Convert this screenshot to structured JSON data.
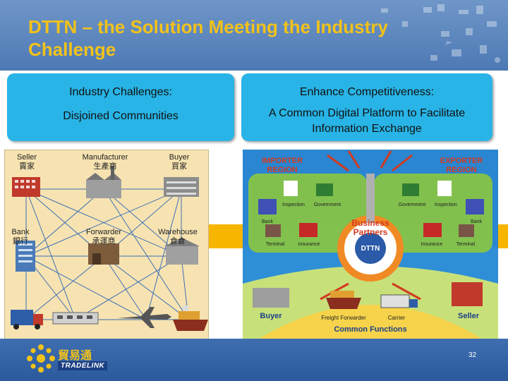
{
  "slide": {
    "title": "DTTN – the Solution Meeting the Industry Challenge",
    "page_number": "32"
  },
  "left_box": {
    "line1": "Industry Challenges:",
    "line2": "Disjoined Communities"
  },
  "right_box": {
    "line1": "Enhance Competitiveness:",
    "line2": "A Common Digital Platform to Facilitate Information Exchange"
  },
  "left_diagram": {
    "seller": "Seller",
    "seller_cn": "賣家",
    "manufacturer": "Manufacturer",
    "manufacturer_cn": "生產商",
    "buyer": "Buyer",
    "buyer_cn": "買家",
    "bank": "Bank",
    "bank_cn": "銀行",
    "forwarder": "Forwarder",
    "forwarder_cn": "承運商",
    "warehouse": "Warehouse",
    "warehouse_cn": "倉倉"
  },
  "right_diagram": {
    "importer_region": "IMPORTER REGION",
    "exporter_region": "EXPORTER REGION",
    "inspection_left": "Inspection",
    "government_left": "Government",
    "bank_left": "Bank",
    "terminal_left": "Terminal",
    "insurance_left": "Insurance",
    "government_right": "Government",
    "inspection_right": "Inspection",
    "bank_right": "Bank",
    "insurance_right": "Insurance",
    "terminal_right": "Terminal",
    "business_partners": "Business Partners",
    "dttn_label": "DTTN",
    "buyer": "Buyer",
    "freight_forwarder": "Freight Forwarder",
    "carrier": "Carrier",
    "seller": "Seller",
    "common_functions": "Common Functions"
  },
  "logo": {
    "name_cn": "貿易通",
    "name": "TRADELINK"
  },
  "colors": {
    "header_blue": "#4d79b4",
    "title_yellow": "#f2c21a",
    "box_cyan": "#28b4e6",
    "panel_tan": "#f6e3b1",
    "accent_orange": "#f7b500",
    "region_red": "#d23a1f"
  }
}
